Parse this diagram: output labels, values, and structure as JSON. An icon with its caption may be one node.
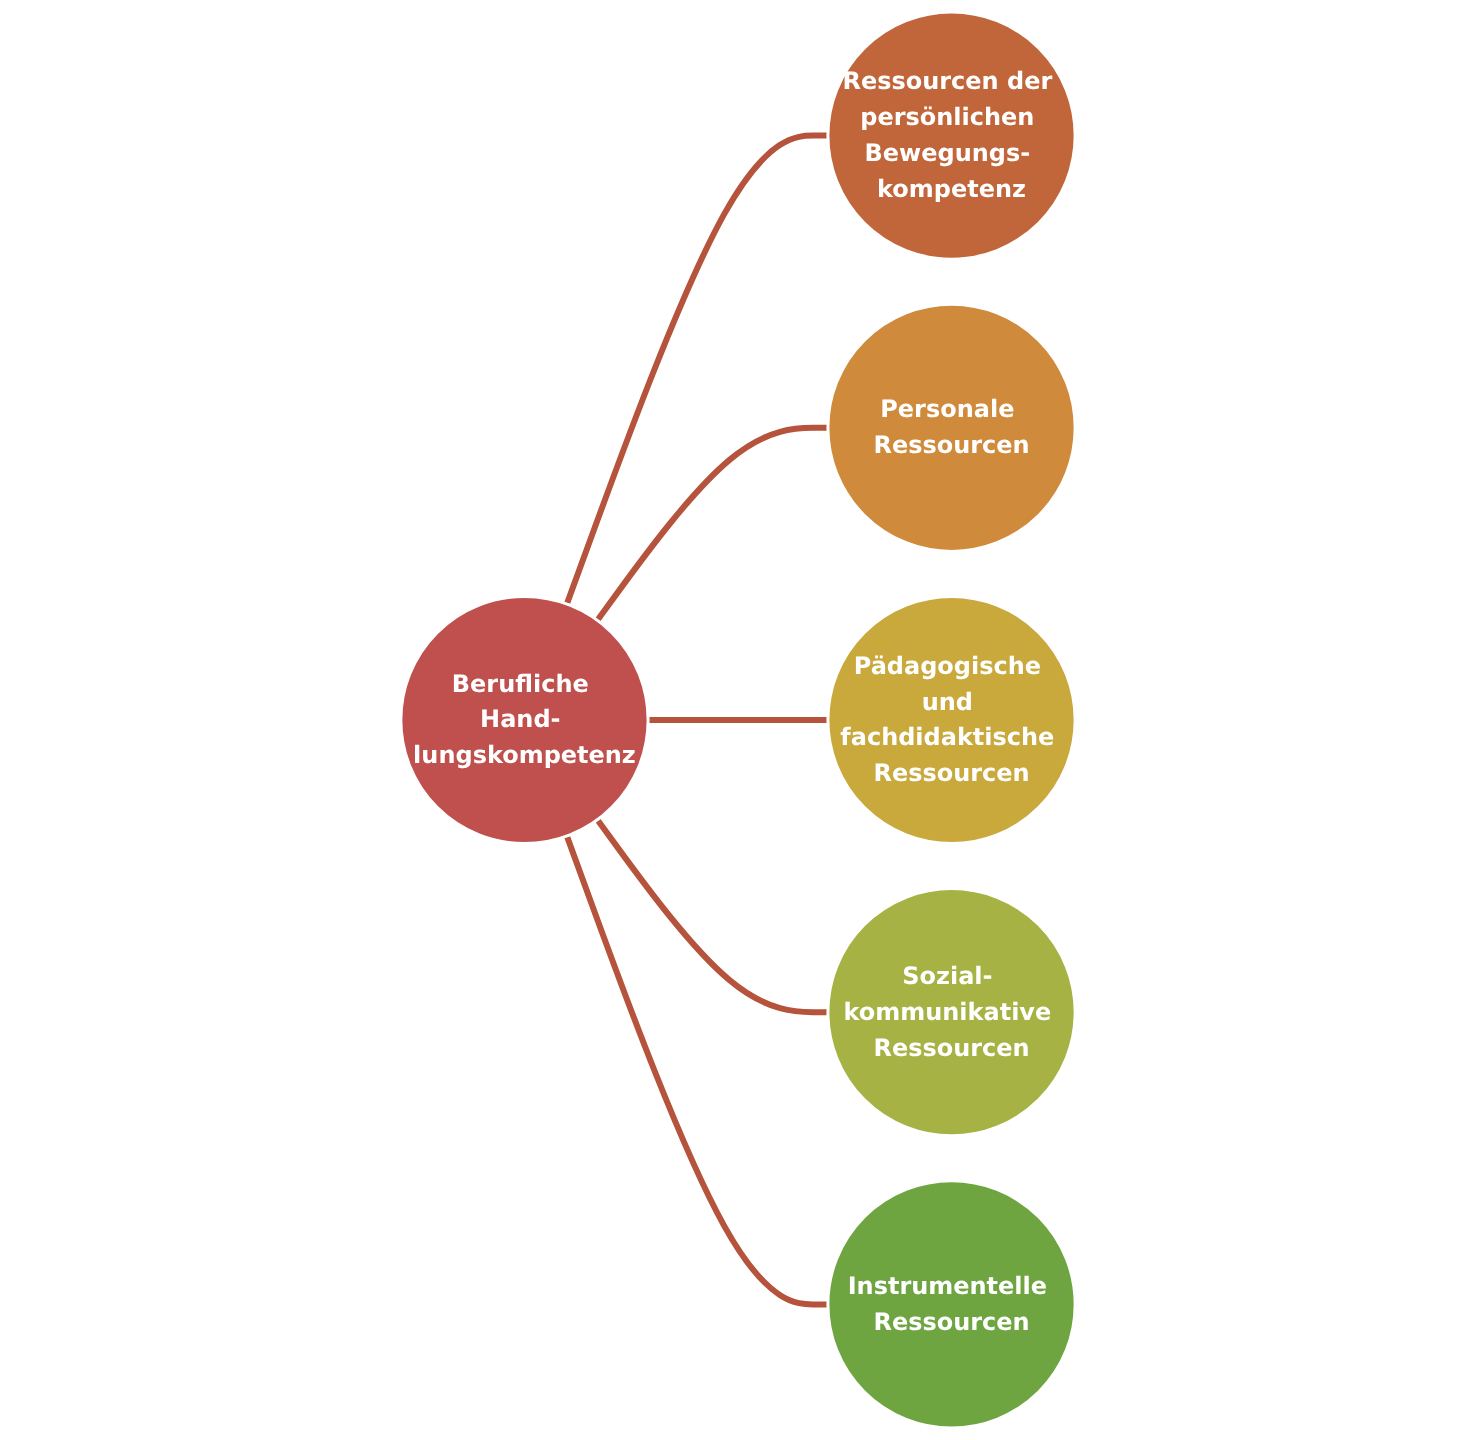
{
  "diagram": {
    "nodes": [
      {
        "text": [
          "Berufliche Hand- lungskompetenz"
        ]
      },
      {
        "text": [
          "Ressourcen der persönlichen Bewegungs- kompetenz"
        ]
      },
      {
        "text": [
          "Personale Ressourcen"
        ]
      },
      {
        "text": [
          "Pädagogische und fachdidaktische Ressourcen"
        ]
      },
      {
        "text": [
          "Sozial- kommunikative Ressourcen"
        ]
      },
      {
        "text": [
          "Instrumentelle Ressourcen"
        ]
      }
    ],
    "edges": [
      {
        "from": 0,
        "to": 1,
        "arrow": "none"
      },
      {
        "from": 0,
        "to": 2,
        "arrow": "none"
      },
      {
        "from": 0,
        "to": 3,
        "arrow": "none"
      },
      {
        "from": 0,
        "to": 4,
        "arrow": "none"
      },
      {
        "from": 0,
        "to": 5,
        "arrow": "none"
      }
    ]
  }
}
